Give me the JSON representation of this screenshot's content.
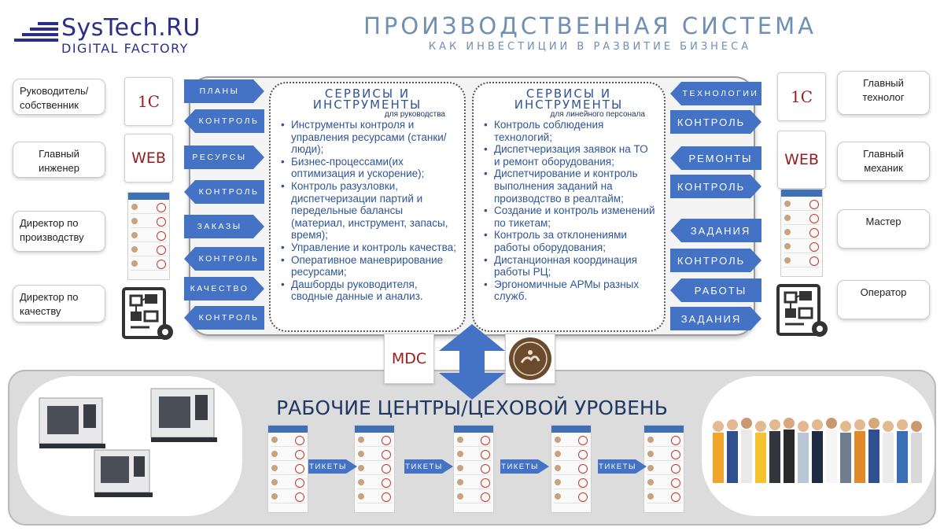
{
  "header": {
    "logo_name": "SysTech.RU",
    "logo_sub": "DIGITAL FACTORY",
    "title": "ПРОИЗВОДСТВЕННАЯ СИСТЕМА",
    "subtitle": "КАК ИНВЕСТИЦИИ В РАЗВИТИЕ БИЗНЕСА"
  },
  "roles_left": [
    "Руководитель/ собственник",
    "Главный инженер",
    "Директор по производству",
    "Директор по качеству"
  ],
  "roles_right": [
    "Главный технолог",
    "Главный механик",
    "Мастер",
    "Оператор"
  ],
  "systems": {
    "one_c": "1С",
    "web": "WEB",
    "mdc": "MDC"
  },
  "arrows_left": [
    "ПЛАНЫ",
    "КОНТРОЛЬ",
    "РЕСУРСЫ",
    "КОНТРОЛЬ",
    "ЗАКАЗЫ",
    "КОНТРОЛЬ",
    "КАЧЕСТВО",
    "КОНТРОЛЬ"
  ],
  "arrows_right": [
    "ТЕХНОЛОГИИ",
    "КОНТРОЛЬ",
    "РЕМОНТЫ",
    "КОНТРОЛЬ",
    "ЗАДАНИЯ",
    "КОНТРОЛЬ",
    "РАБОТЫ",
    "ЗАДАНИЯ"
  ],
  "card_left": {
    "title": "СЕРВИСЫ И ИНСТРУМЕНТЫ",
    "for": "для руководства",
    "items": [
      "Инструменты контроля и управления ресурсами (станки/люди);",
      "Бизнес-процессами(их оптимизация и ускорение);",
      "Контроль разузловки, диспетчеризации партий и передельные балансы (материал, инструмент, запасы, время);",
      "Управление и контроль качества;",
      "Оперативное маневрирование ресурсами;",
      "Дашборды руководителя, сводные данные и анализ."
    ]
  },
  "card_right": {
    "title": "СЕРВИСЫ И ИНСТРУМЕНТЫ",
    "for": "для линейного персонала",
    "items": [
      "Контроль соблюдения технологий;",
      "Диспетчеризация заявок на ТО и ремонт оборудования;",
      "Диспетчирование и контроль выполнения заданий на производство в реалтайм;",
      "Создание и контроль изменений по тикетам;",
      "Контроль за отклонениями работы оборудования;",
      "Дистанционная координация работы РЦ;",
      "Эргономичные АРМы разных служб."
    ]
  },
  "floor": {
    "title": "РАБОЧИЕ ЦЕНТРЫ/ЦЕХОВОЙ УРОВЕНЬ",
    "ticket_label": "ТИКЕТЫ"
  },
  "colors": {
    "arrow": "#4472c4",
    "title": "#6f8fb4",
    "text": "#2f5597",
    "system_text": "#9b1c1c"
  }
}
